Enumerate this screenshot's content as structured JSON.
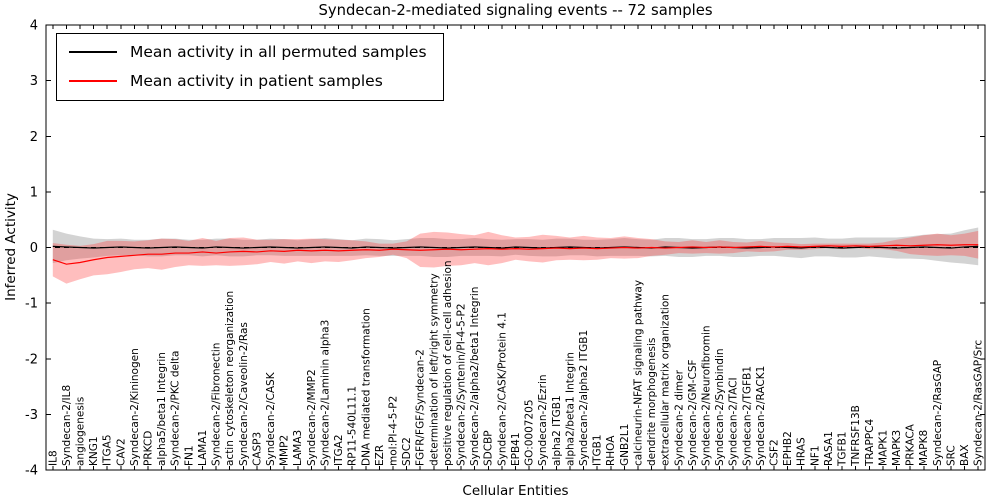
{
  "figure": {
    "title": "Syndecan-2-mediated signaling events -- 72 samples",
    "xlabel": "Cellular Entities",
    "ylabel": "Inferred Activity"
  },
  "chart_data": {
    "type": "line",
    "title": "Syndecan-2-mediated signaling events -- 72 samples",
    "xlabel": "Cellular Entities",
    "ylabel": "Inferred Activity",
    "ylim": [
      -4,
      4
    ],
    "yticks": [
      -4,
      -3,
      -2,
      -1,
      0,
      1,
      2,
      3,
      4
    ],
    "grid": false,
    "legend_position": "upper left",
    "zero_line": {
      "style": "dashed",
      "color": "#000000",
      "y": 0
    },
    "categories": [
      "IL8",
      "Syndecan-2/IL8",
      "angiogenesis",
      "KNG1",
      "ITGA5",
      "CAV2",
      "Syndecan-2/Kininogen",
      "PRKCD",
      "alpha5/beta1 Integrin",
      "Syndecan-2/PKC delta",
      "FN1",
      "LAMA1",
      "Syndecan-2/Fibronectin",
      "actin cytoskeleton reorganization",
      "Syndecan-2/Caveolin-2/Ras",
      "CASP3",
      "Syndecan-2/CASK",
      "MMP2",
      "LAMA3",
      "Syndecan-2/MMP2",
      "Syndecan-2/Laminin alpha3",
      "ITGA2",
      "RP11-540L11.1",
      "DNA mediated transformation",
      "EZR",
      "mol:PI-4-5-P2",
      "SDC2",
      "FGFR/FGF/Syndecan-2",
      "determination of left/right symmetry",
      "positive regulation of cell-cell adhesion",
      "Syndecan-2/Syntenin/PI-4-5-P2",
      "Syndecan-2/alpha2/beta1 Integrin",
      "SDCBP",
      "Syndecan-2/CASK/Protein 4.1",
      "EPB41",
      "GO:0007205",
      "Syndecan-2/Ezrin",
      "alpha2 ITGB1",
      "alpha2/beta1 Integrin",
      "Syndecan-2/alpha2 ITGB1",
      "ITGB1",
      "RHOA",
      "GNB2L1",
      "calcineurin-NFAT signaling pathway",
      "dendrite morphogenesis",
      "extracellular matrix organization",
      "Syndecan-2 dimer",
      "Syndecan-2/GM-CSF",
      "Syndecan-2/Neurofibromin",
      "Syndecan-2/Synbindin",
      "Syndecan-2/TACI",
      "Syndecan-2/TGFB1",
      "Syndecan-2/RACK1",
      "CSF2",
      "EPHB2",
      "HRAS",
      "NF1",
      "RASA1",
      "TGFB1",
      "TNFRSF13B",
      "TRAPPC4",
      "MAPK1",
      "MAPK3",
      "PRKACA",
      "MAPK8",
      "Syndecan-2/RasGAP",
      "SRC",
      "BAX",
      "Syndecan-2/RasGAP/Src"
    ],
    "series": [
      {
        "name": "Mean activity in all permuted samples",
        "color": "#000000",
        "band_color": "rgba(128,128,128,0.35)",
        "values": [
          0.02,
          0.01,
          0,
          -0.01,
          0,
          0.01,
          0,
          -0.01,
          0,
          0.01,
          0,
          -0.01,
          0.01,
          0,
          -0.01,
          0,
          0.01,
          0,
          -0.01,
          0,
          0.01,
          0,
          -0.01,
          0.01,
          0,
          -0.01,
          0,
          0.01,
          0,
          -0.01,
          0,
          0.01,
          0,
          -0.01,
          0.01,
          0,
          -0.01,
          0,
          0.01,
          0,
          -0.01,
          0,
          0.01,
          0,
          -0.01,
          0.01,
          0,
          -0.01,
          0,
          0.01,
          0,
          -0.01,
          0,
          0.01,
          0,
          -0.01,
          0.01,
          0,
          -0.01,
          0,
          0.01,
          0,
          -0.01,
          0,
          0.01,
          0,
          -0.01,
          0.01,
          0.02
        ],
        "band_halfwidth": [
          0.3,
          0.24,
          0.2,
          0.17,
          0.15,
          0.15,
          0.14,
          0.15,
          0.16,
          0.15,
          0.14,
          0.15,
          0.15,
          0.16,
          0.15,
          0.14,
          0.15,
          0.15,
          0.14,
          0.15,
          0.16,
          0.15,
          0.14,
          0.15,
          0.15,
          0.14,
          0.15,
          0.16,
          0.17,
          0.16,
          0.15,
          0.16,
          0.15,
          0.15,
          0.14,
          0.15,
          0.15,
          0.16,
          0.15,
          0.14,
          0.15,
          0.15,
          0.16,
          0.15,
          0.15,
          0.16,
          0.17,
          0.16,
          0.15,
          0.16,
          0.17,
          0.16,
          0.15,
          0.16,
          0.17,
          0.18,
          0.17,
          0.16,
          0.17,
          0.18,
          0.17,
          0.18,
          0.19,
          0.2,
          0.22,
          0.24,
          0.26,
          0.3,
          0.34
        ]
      },
      {
        "name": "Mean activity in patient samples",
        "color": "#ff0000",
        "band_color": "rgba(255,40,40,0.3)",
        "values": [
          -0.22,
          -0.3,
          -0.27,
          -0.22,
          -0.18,
          -0.16,
          -0.14,
          -0.12,
          -0.12,
          -0.1,
          -0.1,
          -0.08,
          -0.1,
          -0.08,
          -0.07,
          -0.08,
          -0.06,
          -0.07,
          -0.05,
          -0.06,
          -0.05,
          -0.06,
          -0.05,
          -0.04,
          -0.05,
          -0.03,
          -0.04,
          -0.05,
          -0.04,
          -0.03,
          -0.04,
          -0.03,
          -0.02,
          -0.03,
          -0.02,
          -0.03,
          -0.02,
          -0.01,
          -0.02,
          -0.01,
          -0.02,
          -0.01,
          0,
          -0.01,
          0,
          -0.01,
          0,
          0.01,
          0,
          0.01,
          0,
          0.01,
          0.02,
          0.01,
          0.02,
          0.01,
          0.02,
          0.03,
          0.02,
          0.03,
          0.02,
          0.03,
          0.04,
          0.03,
          0.04,
          0.05,
          0.04,
          0.05,
          0.05
        ],
        "band_halfwidth": [
          0.3,
          0.35,
          0.3,
          0.28,
          0.3,
          0.28,
          0.25,
          0.25,
          0.28,
          0.25,
          0.22,
          0.25,
          0.22,
          0.25,
          0.25,
          0.22,
          0.2,
          0.22,
          0.2,
          0.22,
          0.2,
          0.2,
          0.18,
          0.15,
          0.12,
          0.1,
          0.15,
          0.3,
          0.32,
          0.3,
          0.28,
          0.25,
          0.3,
          0.25,
          0.2,
          0.22,
          0.25,
          0.22,
          0.2,
          0.22,
          0.2,
          0.18,
          0.2,
          0.18,
          0.15,
          0.12,
          0.1,
          0.12,
          0.1,
          0.12,
          0.1,
          0.08,
          0.1,
          0.08,
          0.06,
          0.05,
          0.05,
          0.04,
          0.05,
          0.04,
          0.05,
          0.06,
          0.1,
          0.15,
          0.18,
          0.2,
          0.18,
          0.2,
          0.25
        ]
      }
    ]
  }
}
